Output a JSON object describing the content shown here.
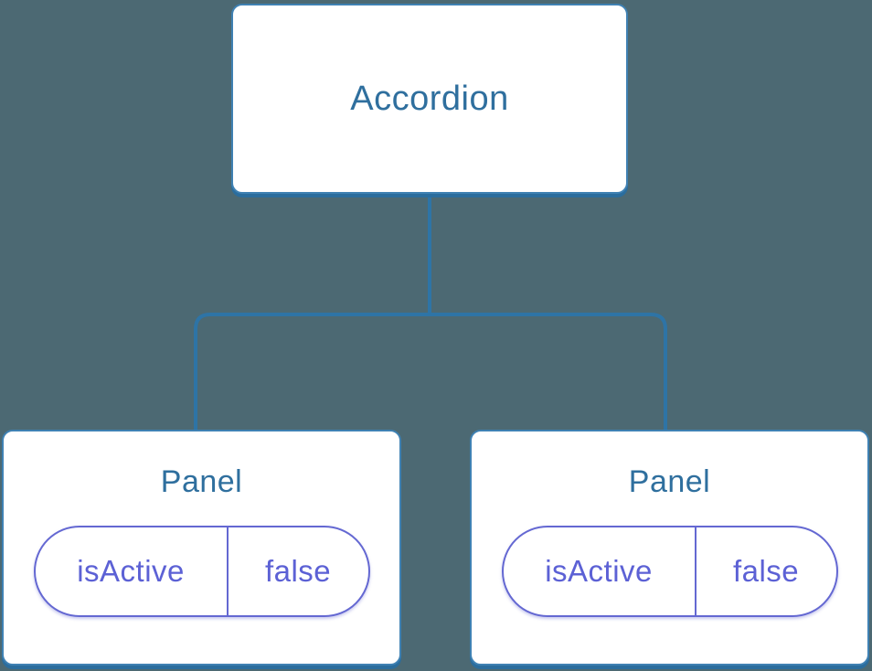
{
  "diagram": {
    "type": "component-tree",
    "root": {
      "label": "Accordion"
    },
    "children": [
      {
        "label": "Panel",
        "state": {
          "key": "isActive",
          "value": "false"
        }
      },
      {
        "label": "Panel",
        "state": {
          "key": "isActive",
          "value": "false"
        }
      }
    ],
    "colors": {
      "background": "#4C6973",
      "connector": "#2E74A6",
      "node_bg": "#FFFFFF",
      "node_border": "#3F81B3",
      "node_shadow": "#2B6D9D",
      "node_text": "#2F6F9E",
      "state_border": "#6468D2",
      "state_text": "#5C61D5"
    }
  }
}
